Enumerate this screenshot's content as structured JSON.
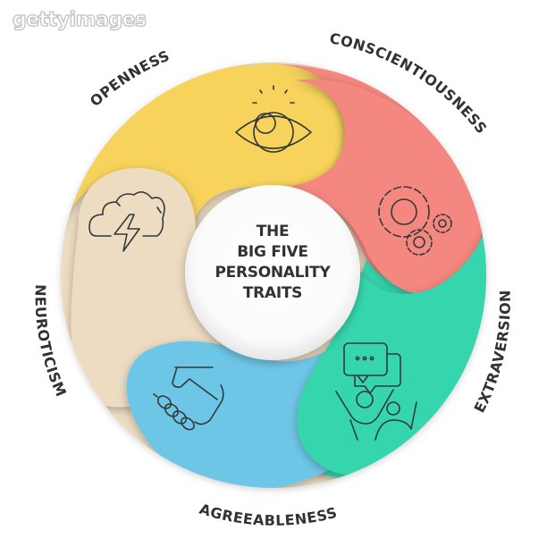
{
  "watermark": "gettyimages",
  "center": {
    "lines": [
      "THE",
      "BIG FIVE",
      "PERSONALITY",
      "TRAITS"
    ]
  },
  "traits": [
    {
      "label": "OPENNESS",
      "icon": "eye-icon",
      "color": "#f7d35c"
    },
    {
      "label": "CONSCIENTIOUSNESS",
      "icon": "gears-icon",
      "color": "#f4877f"
    },
    {
      "label": "EXTRAVERSION",
      "icon": "chat-people-icon",
      "color": "#34d6ae"
    },
    {
      "label": "AGREEABLENESS",
      "icon": "handshake-icon",
      "color": "#6ec6e6"
    },
    {
      "label": "NEUROTICISM",
      "icon": "storm-cloud-icon",
      "color": "#eddcc2"
    }
  ],
  "colors": {
    "text": "#2e3336",
    "center_fill": "#ffffff",
    "background": "#ffffff"
  }
}
